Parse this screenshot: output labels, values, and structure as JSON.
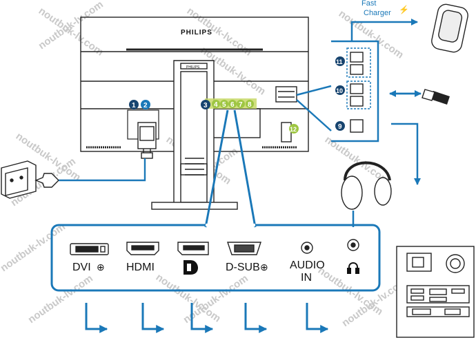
{
  "monitor": {
    "brand": "PHILIPS",
    "stand_label": "PHILIPS"
  },
  "callouts": [
    "1",
    "2",
    "3",
    "4",
    "5",
    "6",
    "7",
    "8",
    "9",
    "10",
    "11",
    "12"
  ],
  "fast_charger": {
    "line1": "Fast",
    "line2": "Charger"
  },
  "ports": [
    {
      "label": "DVI",
      "icon": "dvi-port-icon"
    },
    {
      "label": "HDMI",
      "icon": "hdmi-port-icon"
    },
    {
      "label": "",
      "icon": "displayport-logo-icon"
    },
    {
      "label": "D-SUB",
      "icon": "dsub-port-icon"
    },
    {
      "label_line1": "AUDIO",
      "label_line2": "IN",
      "icon": "audio-in-port-icon"
    },
    {
      "label": "",
      "icon": "headphone-out-icon"
    }
  ],
  "watermark": "noutbuk-lv.com",
  "colors": {
    "accent_blue": "#1a78b8",
    "callout_green": "#9ec642",
    "callout_blue": "#17446f",
    "line": "#222222"
  }
}
